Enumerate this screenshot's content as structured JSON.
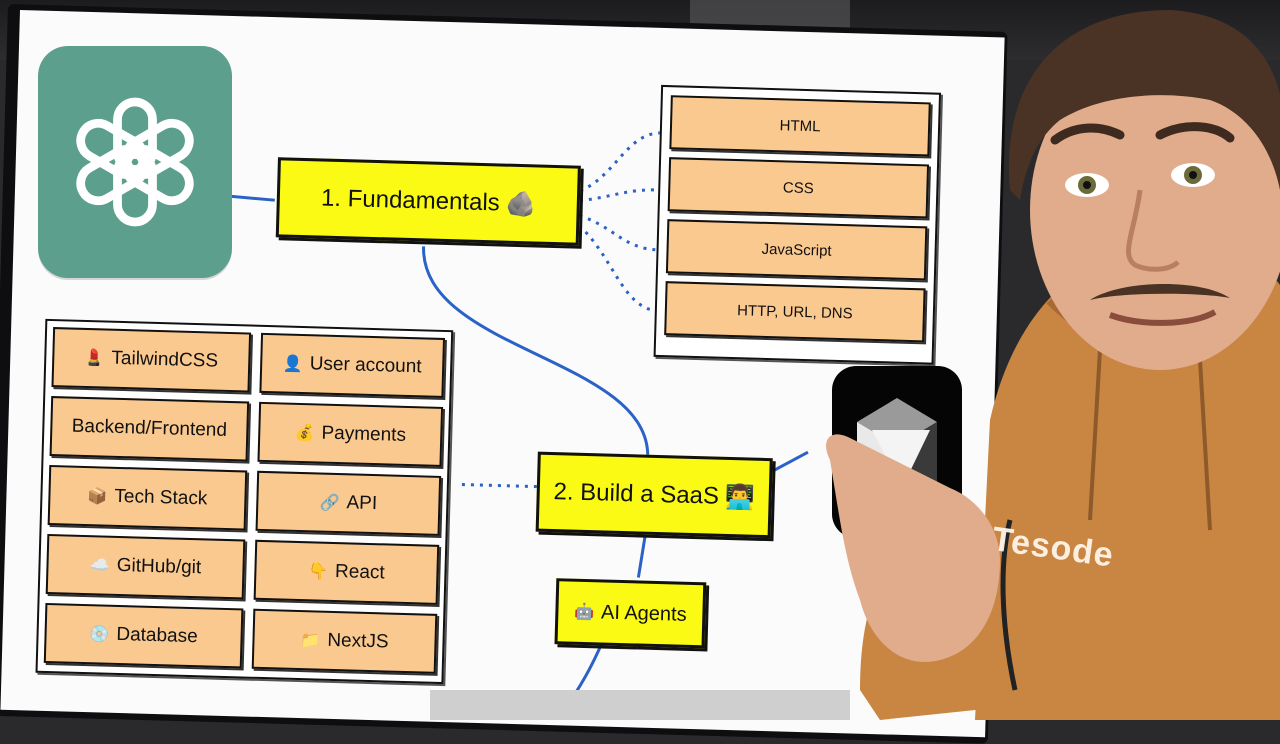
{
  "mindmap": {
    "fundamentals": {
      "label": "1. Fundamentals",
      "emoji": "🪨"
    },
    "build_saas": {
      "label": "2. Build a SaaS",
      "emoji": "👨‍💻"
    },
    "ai_agents": {
      "label": "AI Agents",
      "emoji": "🤖"
    },
    "fundamentals_topics": [
      "HTML",
      "CSS",
      "JavaScript",
      "HTTP, URL, DNS"
    ],
    "saas_topics": [
      {
        "icon": "💄",
        "label": "TailwindCSS"
      },
      {
        "icon": "👤",
        "label": "User account"
      },
      {
        "icon": "",
        "label": "Backend/Frontend"
      },
      {
        "icon": "💰",
        "label": "Payments"
      },
      {
        "icon": "📦",
        "label": "Tech Stack"
      },
      {
        "icon": "🔗",
        "label": "API"
      },
      {
        "icon": "☁️",
        "label": "GitHub/git"
      },
      {
        "icon": "👇",
        "label": "React"
      },
      {
        "icon": "💿",
        "label": "Database"
      },
      {
        "icon": "📁",
        "label": "NextJS"
      }
    ]
  },
  "presenter": {
    "hoodie_text": "Tesode"
  },
  "colors": {
    "node_yellow": "#fafa14",
    "chip_orange": "#fac98f",
    "link_blue": "#2a62c7",
    "chatgpt_green": "#5c9f8c",
    "hoodie_orange": "#c98542"
  },
  "icons": [
    "chatgpt-logo-icon",
    "cursor-logo-icon"
  ]
}
